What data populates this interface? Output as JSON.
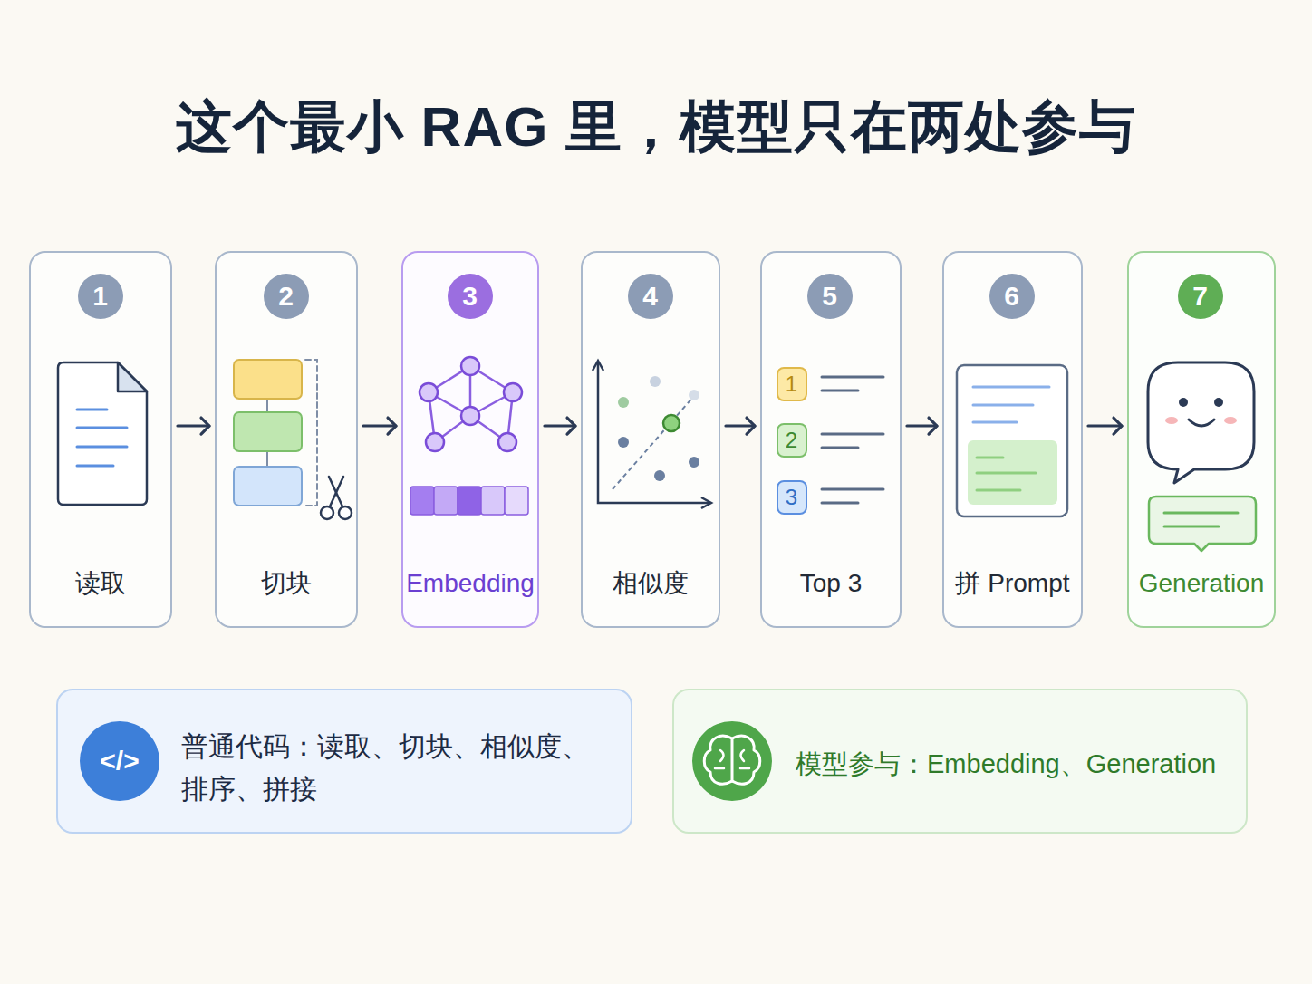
{
  "diagram": {
    "title": "这个最小 RAG 里，模型只在两处参与",
    "nodes": [
      {
        "text": [
          "读取"
        ]
      },
      {
        "text": [
          "1"
        ],
        "in": 0
      },
      {
        "text": [
          "切块"
        ]
      },
      {
        "text": [
          "2"
        ],
        "in": 2
      },
      {
        "text": [
          "Embedding"
        ]
      },
      {
        "text": [
          "3"
        ],
        "in": 4
      },
      {
        "text": [
          "相似度"
        ]
      },
      {
        "text": [
          "4"
        ],
        "in": 6
      },
      {
        "text": [
          "Top 3"
        ]
      },
      {
        "text": [
          "5"
        ],
        "in": 8
      },
      {
        "text": [
          "1"
        ],
        "in": 8
      },
      {
        "text": [
          "2"
        ],
        "in": 8
      },
      {
        "text": [
          "3"
        ],
        "in": 8
      },
      {
        "text": [
          "拼 Prompt"
        ]
      },
      {
        "text": [
          "6"
        ],
        "in": 13
      },
      {
        "text": [
          "Generation"
        ]
      },
      {
        "text": [
          "7"
        ],
        "in": 15
      },
      {
        "text": [
          "普通代码：读取、切块、相似度、排序、拼接"
        ]
      },
      {
        "text": [
          "</>"
        ],
        "in": 17
      },
      {
        "text": [
          "模型参与：Embedding、Generation"
        ]
      }
    ],
    "edges": [
      {
        "from": 0,
        "to": 2,
        "arrow": "to"
      },
      {
        "from": 2,
        "to": 4,
        "arrow": "to"
      },
      {
        "from": 4,
        "to": 6,
        "arrow": "to"
      },
      {
        "from": 6,
        "to": 8,
        "arrow": "to"
      },
      {
        "from": 8,
        "to": 13,
        "arrow": "to"
      },
      {
        "from": 13,
        "to": 15,
        "arrow": "to"
      }
    ]
  }
}
